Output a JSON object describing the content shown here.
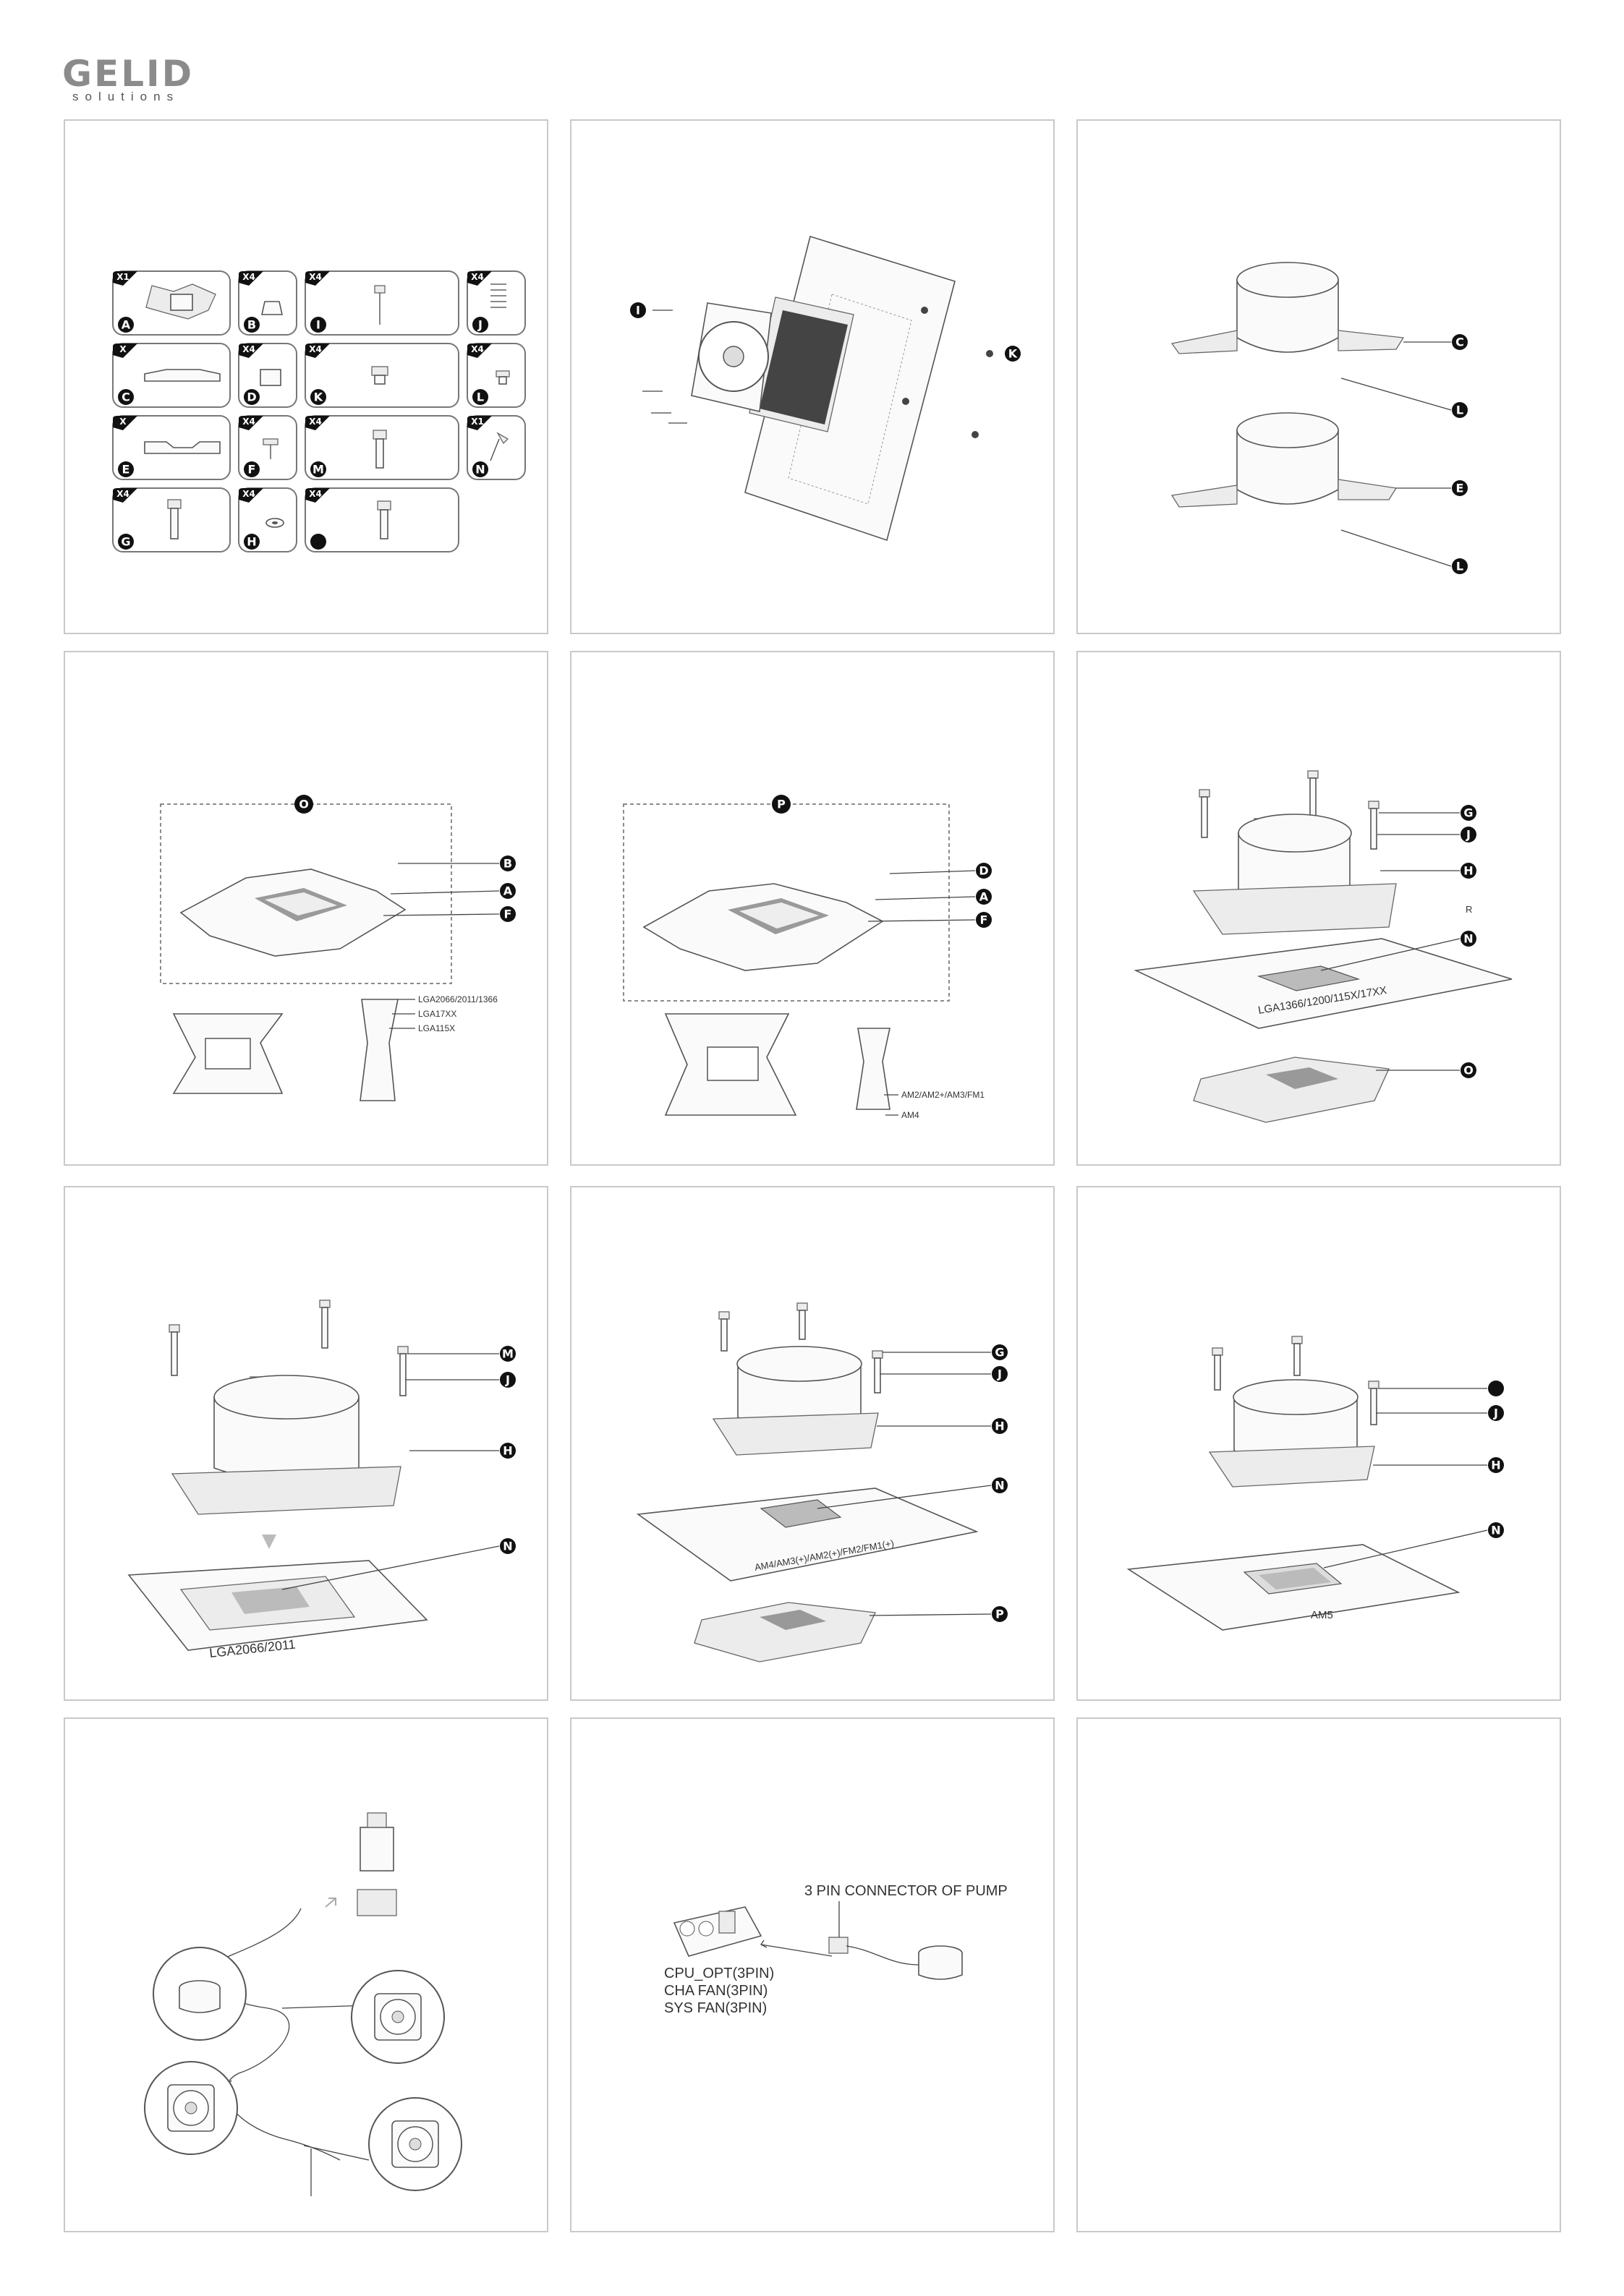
{
  "brand": {
    "name": "GELID",
    "tagline": "solutions"
  },
  "parts": [
    {
      "qty": "X1",
      "letter": "A"
    },
    {
      "qty": "X4",
      "letter": "B"
    },
    {
      "qty": "X4",
      "letter": "I"
    },
    {
      "qty": "X4",
      "letter": "J"
    },
    {
      "qty": "X",
      "letter": "C"
    },
    {
      "qty": "X4",
      "letter": "D"
    },
    {
      "qty": "X4",
      "letter": "K"
    },
    {
      "qty": "X4",
      "letter": "L"
    },
    {
      "qty": "X",
      "letter": "E"
    },
    {
      "qty": "X4",
      "letter": "F"
    },
    {
      "qty": "X4",
      "letter": "M"
    },
    {
      "qty": "X1",
      "letter": "N"
    },
    {
      "qty": "X4",
      "letter": "G"
    },
    {
      "qty": "X4",
      "letter": "H"
    },
    {
      "qty": "X4",
      "letter": ""
    }
  ],
  "step2": {
    "screw_label": "I",
    "nut_label": "K"
  },
  "step3": {
    "labels": [
      "C",
      "L",
      "E",
      "L"
    ]
  },
  "step4": {
    "title_badge": "O",
    "labels": [
      "B",
      "A",
      "F"
    ],
    "sockets": [
      "LGA2066/2011/1366",
      "LGA17XX",
      "LGA115X"
    ]
  },
  "step5": {
    "title_badge": "P",
    "labels": [
      "D",
      "A",
      "F"
    ],
    "sockets": [
      "AM2/AM2+/AM3/FM1",
      "AM4"
    ]
  },
  "step6": {
    "labels": [
      "G",
      "J",
      "H",
      "N",
      "O"
    ],
    "extra": "R",
    "board": "LGA1366/1200/115X/17XX"
  },
  "step7": {
    "labels": [
      "M",
      "J",
      "H",
      "N"
    ],
    "board": "LGA2066/2011"
  },
  "step8": {
    "labels": [
      "G",
      "J",
      "H",
      "N",
      "P"
    ],
    "board": "AM4/AM3(+)/AM2(+)/FM2/FM1(+)"
  },
  "step9": {
    "labels": [
      "",
      "J",
      "H",
      "N"
    ],
    "board": "AM5"
  },
  "step11": {
    "connector": "3 PIN CONNECTOR OF PUMP",
    "headers": [
      "CPU_OPT(3PIN)",
      "CHA FAN(3PIN)",
      "SYS FAN(3PIN)"
    ]
  }
}
